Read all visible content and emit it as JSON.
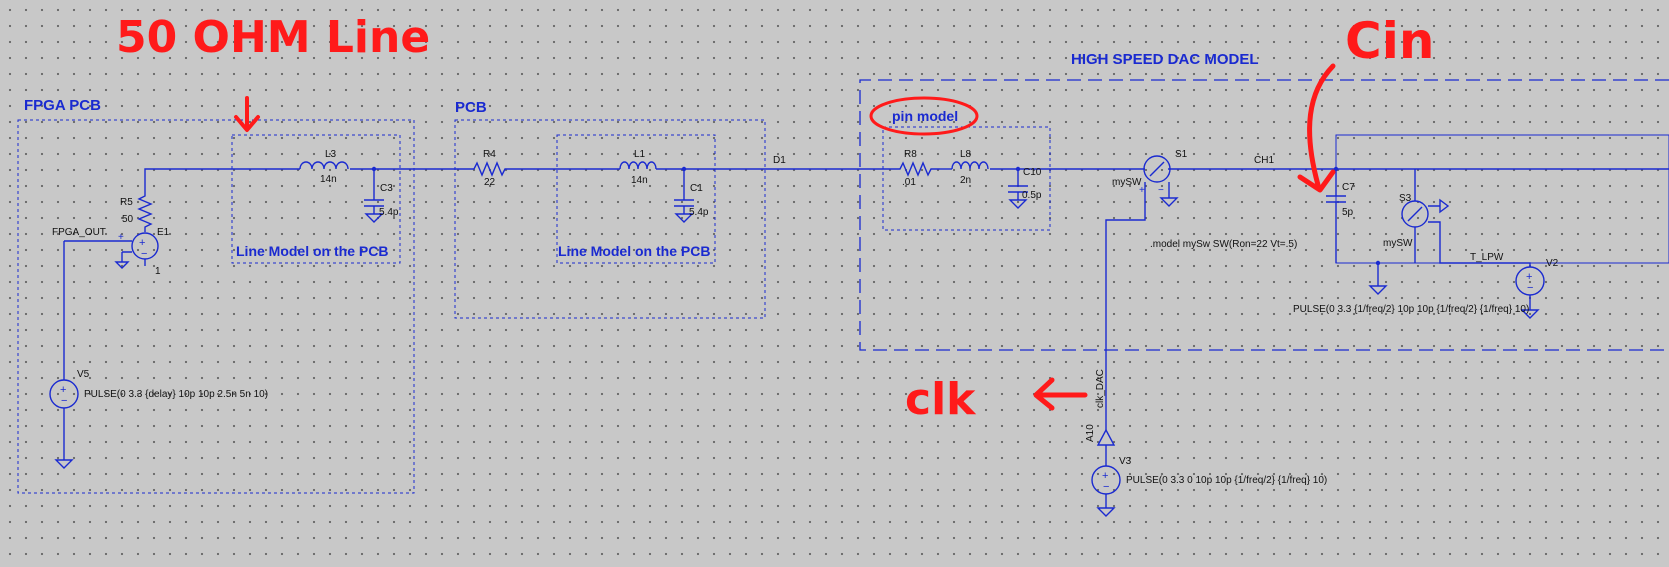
{
  "annotations": {
    "line50": "50 OHM Line",
    "cin": "Cin",
    "clk": "clk"
  },
  "boxes": {
    "fpga_pcb": "FPGA PCB",
    "pcb": "PCB",
    "dac_model": "HIGH SPEED DAC MODEL",
    "pin_model": "pin model",
    "line_model_1": "Line Model on the PCB",
    "line_model_2": "Line Model on the PCB"
  },
  "components": {
    "L3": {
      "name": "L3",
      "value": "14n"
    },
    "C3": {
      "name": "C3",
      "value": "5.4p"
    },
    "R5": {
      "name": "R5",
      "value": "50"
    },
    "E1": {
      "name": "E1",
      "value": "1"
    },
    "R4": {
      "name": "R4",
      "value": "22"
    },
    "L1": {
      "name": "L1",
      "value": "14n"
    },
    "C1": {
      "name": "C1",
      "value": "5.4p"
    },
    "R8": {
      "name": "R8",
      "value": ".01"
    },
    "L8": {
      "name": "L8",
      "value": "2n"
    },
    "C10": {
      "name": "C10",
      "value": "0.5p"
    },
    "S1": {
      "name": "S1",
      "model": "mySW"
    },
    "C7": {
      "name": "C7",
      "value": "5p"
    },
    "S3": {
      "name": "S3",
      "model": "mySW"
    },
    "V5": {
      "name": "V5",
      "value": "PULSE(0 3.3 {delay} 10p 10p 2.5n 5n 10)"
    },
    "V3": {
      "name": "V3",
      "value": "PULSE(0 3.3 0 10p 10p {1/freq/2} {1/freq} 10)"
    },
    "V2": {
      "name": "V2",
      "value": "PULSE(0 3.3 {1/freq/2} 10p 10p {1/freq/2} {1/freq} 10)"
    },
    "A10": {
      "name": "A10"
    }
  },
  "nets": {
    "fpga_out": "FPGA_OUT",
    "d1": "D1",
    "ch1": "CH1",
    "clk_dac": "clk_DAC",
    "t_lpw": "T_LPW"
  },
  "directive": ".model mySw SW(Ron=22 Vt=.5)"
}
